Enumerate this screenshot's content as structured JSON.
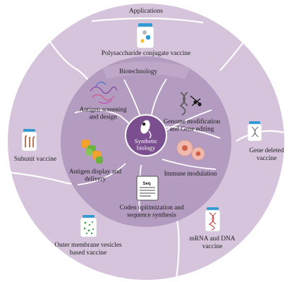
{
  "outer_ring": {
    "title": "Applications",
    "items": [
      {
        "label_lines": [
          "Polysaccharide conjugate vaccine"
        ],
        "icon": "vial-icon"
      },
      {
        "label_lines": [
          "Gene deleted",
          "vaccine"
        ],
        "icon": "vial-icon"
      },
      {
        "label_lines": [
          "mRNA and DNA",
          "vaccine"
        ],
        "icon": "vial-icon"
      },
      {
        "label_lines": [
          "Outer membrane vesicles",
          "based vaccine"
        ],
        "icon": "vial-icon"
      },
      {
        "label_lines": [
          "Subunit vaccine"
        ],
        "icon": "vial-icon"
      }
    ]
  },
  "middle_ring": {
    "title": "Biotechnology",
    "items": [
      {
        "label_lines": [
          "Antigen screening",
          "and design"
        ],
        "icon": "protein-structure-icon"
      },
      {
        "label_lines": [
          "Genome modification",
          "and Gene editing"
        ],
        "icon": "dna-scissors-icon"
      },
      {
        "label_lines": [
          "Immune modulation"
        ],
        "icon": "cells-icon"
      },
      {
        "label_lines": [
          "Coden opitimization and",
          "sequence synthesis"
        ],
        "icon": "sequence-document-icon"
      },
      {
        "label_lines": [
          "Antigen display and",
          "delivery"
        ],
        "icon": "antigen-display-icon"
      }
    ],
    "doc_label": "Seq"
  },
  "center": {
    "label_lines": [
      "Synthetic",
      "biology"
    ],
    "icon": "bacterium-icon"
  },
  "colors": {
    "outer_ring": "#d5c4dc",
    "middle_ring": "#b49bc0",
    "middle_ring_dark": "#8c6e9c",
    "center": "#7b4f8f",
    "vial_cap": "#2f9ad4"
  }
}
